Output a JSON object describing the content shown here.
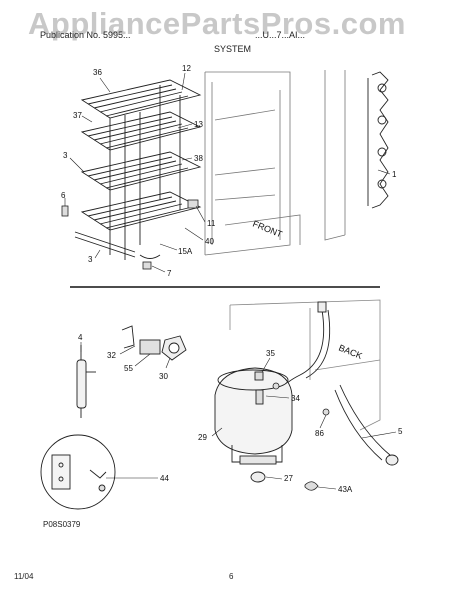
{
  "watermark": "AppliancePartsPros.com",
  "header": {
    "left": "Publication No. 5995...",
    "right": "...U...7...AI...",
    "section": "SYSTEM"
  },
  "diagram_code": "P08S0379",
  "footer": {
    "date": "11/04",
    "page": "6"
  },
  "labels_upper": [
    "36",
    "12",
    "37",
    "13",
    "3",
    "38",
    "1",
    "6",
    "11",
    "40",
    "15A",
    "3",
    "7"
  ],
  "labels_lower": [
    "4",
    "32",
    "55",
    "30",
    "35",
    "34",
    "29",
    "86",
    "5",
    "44",
    "27",
    "43A"
  ],
  "text_front": "FRONT",
  "text_back": "BACK"
}
